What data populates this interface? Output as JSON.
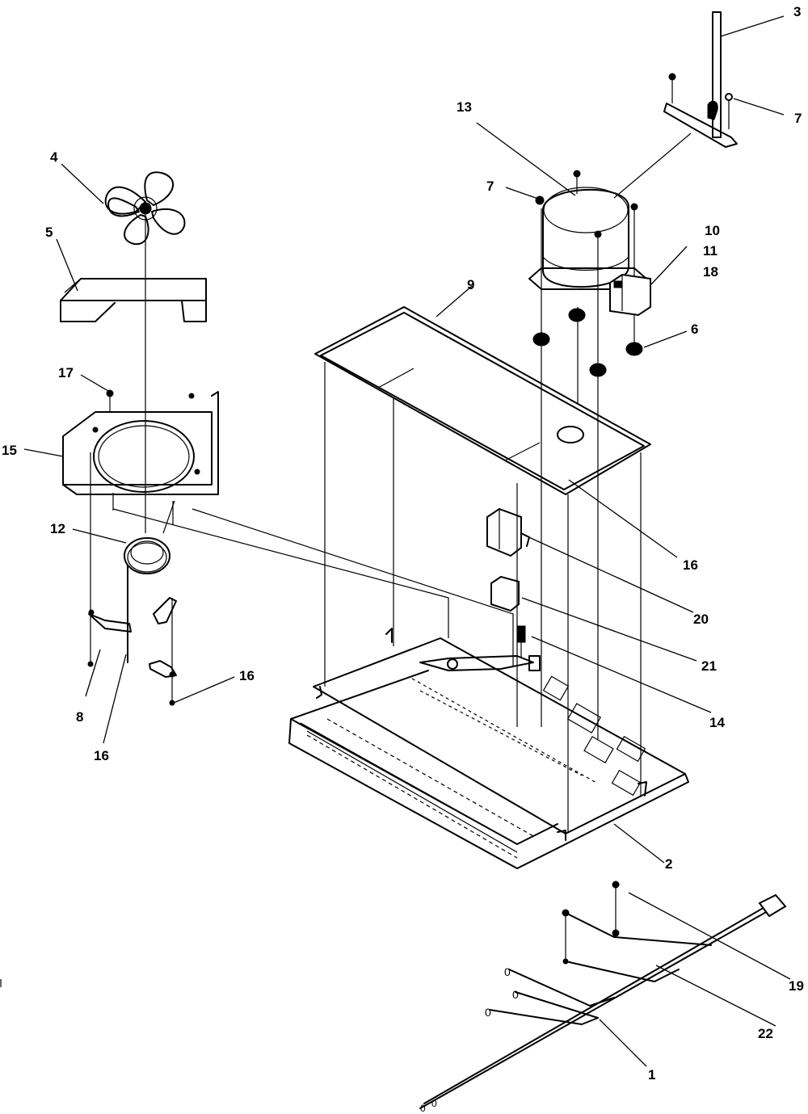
{
  "callouts": {
    "c1": "1",
    "c2": "2",
    "c3": "3",
    "c4": "4",
    "c5": "5",
    "c6": "6",
    "c7a": "7",
    "c7b": "7",
    "c8": "8",
    "c9": "9",
    "c10": "10",
    "c11": "11",
    "c12": "12",
    "c13": "13",
    "c14": "14",
    "c15": "15",
    "c16a": "16",
    "c16b": "16",
    "c16c": "16",
    "c17": "17",
    "c18": "18",
    "c19": "19",
    "c20": "20",
    "c21": "21",
    "c22": "22"
  }
}
